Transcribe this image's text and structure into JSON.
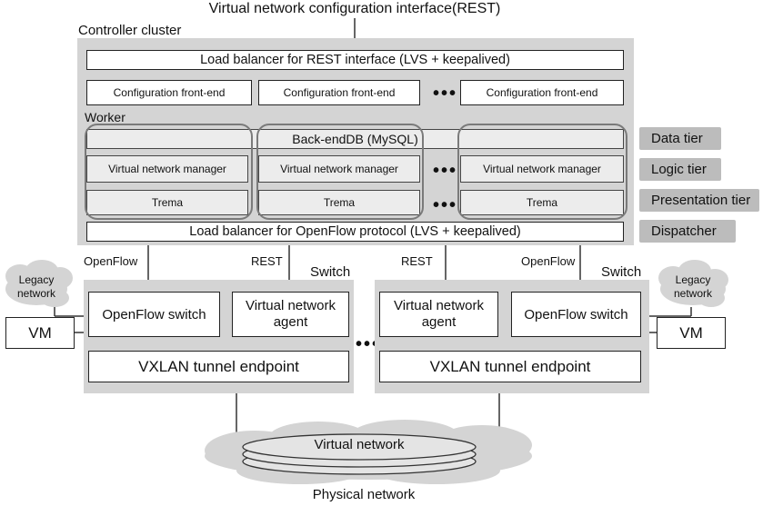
{
  "title": "Virtual network configuration interface(REST)",
  "controller_cluster": {
    "label": "Controller cluster",
    "lb_rest": "Load balancer for REST interface (LVS + keepalived)",
    "frontends": [
      "Configuration front-end",
      "Configuration front-end",
      "Configuration front-end"
    ],
    "worker_label": "Worker",
    "backend_db": "Back-endDB (MySQL)",
    "vnm": [
      "Virtual network manager",
      "Virtual network manager",
      "Virtual network manager"
    ],
    "trema": [
      "Trema",
      "Trema",
      "Trema"
    ],
    "lb_openflow": "Load balancer for OpenFlow protocol (LVS + keepalived)",
    "ellipsis": "•••"
  },
  "tiers": [
    "Data tier",
    "Logic tier",
    "Presentation tier",
    "Dispatcher"
  ],
  "connections": {
    "left_openflow": "OpenFlow",
    "left_rest": "REST",
    "right_rest": "REST",
    "right_openflow": "OpenFlow"
  },
  "switch_left": {
    "label": "Switch",
    "legacy": "Legacy\nnetwork",
    "vm": "VM",
    "openflow_switch": "OpenFlow switch",
    "agent": "Virtual network\nagent",
    "vxlan": "VXLAN tunnel endpoint"
  },
  "switch_right": {
    "label": "Switch",
    "legacy": "Legacy\nnetwork",
    "vm": "VM",
    "openflow_switch": "OpenFlow switch",
    "agent": "Virtual network\nagent",
    "vxlan": "VXLAN tunnel endpoint"
  },
  "switch_ellipsis": "•••",
  "virtual_network": "Virtual network",
  "physical_network": "Physical network",
  "colors": {
    "panel": "#d4d4d4",
    "tag": "#bcbcbc",
    "tier_box": "#ececec",
    "worker_outline": "#7a7a7a",
    "line": "#333333"
  }
}
